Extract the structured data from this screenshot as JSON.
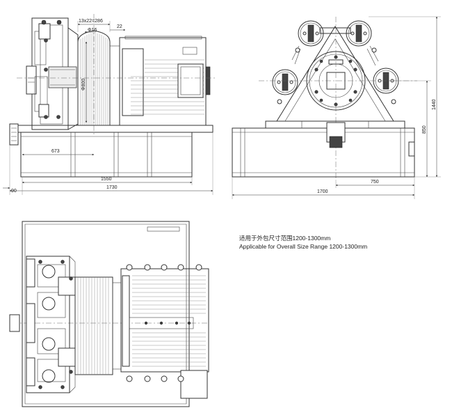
{
  "front_view": {
    "dims": {
      "rope": "13x22=286",
      "shaft": "Φ16",
      "offset": "22",
      "sheave_dia": "Φ800",
      "frame_offset": "673",
      "frame_length": "1550",
      "overall_length": "1730",
      "left_offset": "90"
    }
  },
  "side_view": {
    "dims": {
      "total_height": "1440",
      "center_height": "850",
      "half_width": "750",
      "overall_width": "1700"
    }
  },
  "note": {
    "chinese": "适用于外包尺寸范围1200-1300mm",
    "english": "Applicable for Overall Size Range 1200-1300mm"
  }
}
